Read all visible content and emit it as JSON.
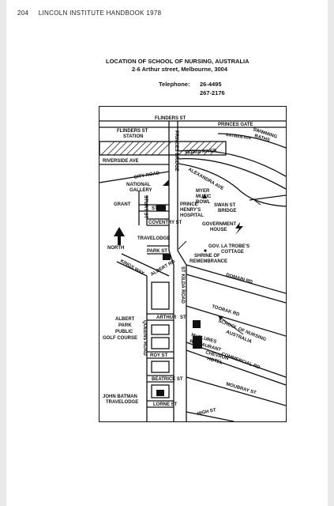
{
  "page": {
    "page_number": "204",
    "running_title": "LINCOLN INSTITUTE HANDBOOK 1978"
  },
  "heading": {
    "title": "LOCATION OF SCHOOL OF NURSING, AUSTRALIA",
    "address": "2-6 Arthur street, Melbourne, 3004",
    "telephone_label": "Telephone:",
    "telephone_1": "26-4495",
    "telephone_2": "267-2176"
  },
  "map": {
    "north_label": "NORTH",
    "streets": {
      "flinders_st": "FLINDERS ST",
      "princes_gate": "PRINCES GATE",
      "swimming": "SWIMMING",
      "baths": "BATHS",
      "batman_ave": "BATMAN AVE",
      "flinders_st_station_1": "FLINDERS ST",
      "flinders_st_station_2": "STATION",
      "yarra_river": "YARRA RIVER",
      "princes_bridge": "PRINCES BRIDGE",
      "riverside_ave": "RIVERSIDE AVE",
      "alexandra_ave": "ALEXANDRA AVE",
      "city_road": "CITY ROAD",
      "sturt_st": "STURT ST",
      "grant_st_1": "GRANT",
      "grant_st_2": "ST",
      "coventry_st": "COVENTRY ST",
      "park_st": "PARK ST",
      "kings_way": "KINGS WAY",
      "albert_rd": "ALBERT RD",
      "st_kilda_road": "ST KILDA ROAD",
      "domain_rd": "DOMAIN RD",
      "toorak_rd": "TOORAK RD",
      "arthur": "ARTHUR",
      "arthur_st": "ST",
      "queens_road": "QUEENS ROAD",
      "commercial_rd": "COMMERCIAL RD",
      "roy_st": "ROY ST",
      "beatrice_st": "BEATRICE ST",
      "moubray_st": "MOUBRAY ST",
      "lorne_st": "LORNE ST",
      "high_st": "HIGH ST"
    },
    "places": {
      "national_gallery_1": "NATIONAL",
      "national_gallery_2": "GALLERY",
      "myer_1": "MYER",
      "myer_2": "MUSIC",
      "myer_3": "BOWL",
      "swan_st_1": "SWAN ST",
      "swan_st_2": "BRIDGE",
      "prince_henrys_1": "PRINCE",
      "prince_henrys_2": "HENRY'S",
      "prince_henrys_3": "HOSPITAL",
      "government_1": "GOVERNMENT",
      "government_2": "HOUSE",
      "travelodge": "TRAVELODGE",
      "la_trobe_1": "GOV. LA TROBE'S",
      "la_trobe_2": "COTTAGE",
      "shrine_1": "SHRINE OF",
      "shrine_2": "REMEMBRANCE",
      "albert_park_1": "ALBERT",
      "albert_park_2": "PARK",
      "albert_park_3": "PUBLIC",
      "albert_park_4": "GOLF COURSE",
      "school_1": "SCHOOL OF NURSING",
      "school_2": "AUSTRALIA",
      "mcclures_1": "McCLURES",
      "mcclures_2": "RESTAURANT",
      "chevron_1": "CHEVRON",
      "chevron_2": "HOTEL",
      "john_batman_1": "JOHN BATMAN",
      "john_batman_2": "TRAVELODGE"
    }
  }
}
